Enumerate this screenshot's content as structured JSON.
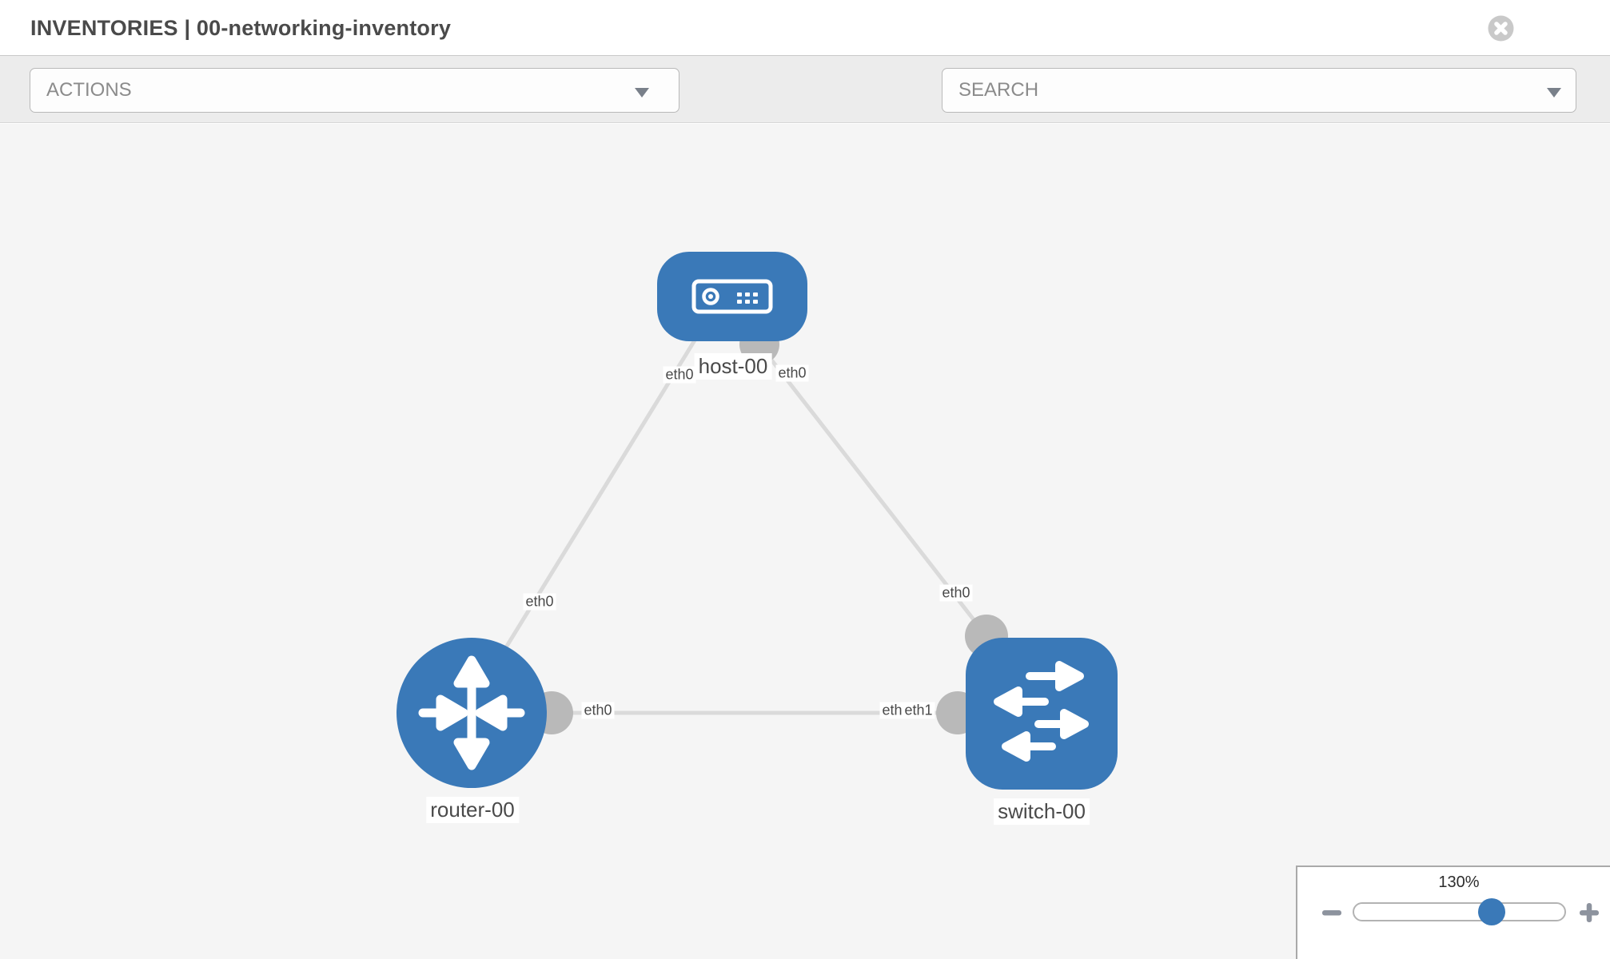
{
  "header": {
    "title": "INVENTORIES | 00-networking-inventory"
  },
  "toolbar": {
    "actions_label": "ACTIONS",
    "search_placeholder": "SEARCH"
  },
  "topology": {
    "nodes": [
      {
        "id": "host-00",
        "type": "host",
        "label": "host-00"
      },
      {
        "id": "router-00",
        "type": "router",
        "label": "router-00"
      },
      {
        "id": "switch-00",
        "type": "switch",
        "label": "switch-00"
      }
    ],
    "links": [
      {
        "from": "router-00",
        "to": "host-00"
      },
      {
        "from": "host-00",
        "to": "switch-00"
      },
      {
        "from": "router-00",
        "to": "switch-00"
      }
    ],
    "interface_labels": {
      "host_left": "eth0",
      "host_right": "eth0",
      "link_router_host": "eth0",
      "link_host_switch": "eth0",
      "router_right": "eth0",
      "switch_left_back": "eth0",
      "switch_left_front": "eth1"
    }
  },
  "zoom_panel": {
    "level": "130%"
  },
  "colors": {
    "node_blue": "#3a79b8",
    "connector_gray": "#b9b9b9",
    "link_gray": "#dadada",
    "canvas_bg": "#f5f5f5",
    "toolbar_bg": "#ececec"
  }
}
